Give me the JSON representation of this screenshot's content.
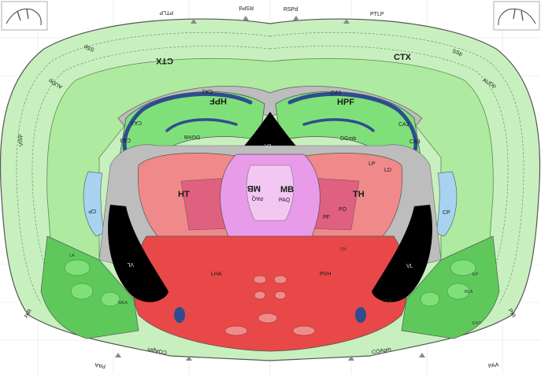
{
  "region_labels": {
    "ctx": "CTX",
    "hpf": "HPF",
    "th": "TH",
    "ht": "HT",
    "mb": "MB",
    "paq": "PAQ",
    "ca1": "CA1",
    "ca2": "CA2",
    "ca3": "CA3",
    "dgmb": "DGmb",
    "cp": "CP",
    "vl": "VL",
    "v3": "V3",
    "ptlp": "PTLP",
    "rsp": "RSPd",
    "ssp": "SSp",
    "audp": "AUDp",
    "visp": "VISp",
    "lha": "LHA",
    "pvh": "PVH",
    "lp": "LP",
    "ld": "LD",
    "po": "PO",
    "pf": "PF",
    "sn": "SN",
    "pir": "PIR",
    "coapm": "COApm",
    "paa": "PAA",
    "bla": "BLA",
    "la": "LA",
    "ep": "EP",
    "cea": "CEA",
    "mea": "MEA",
    "ent": "ENT"
  },
  "colors": {
    "cortex": "#c8f0bf",
    "cortex_inner": "#aeeaa0",
    "hippocampus": "#7fe07a",
    "hippo_cells": "#2e4d8f",
    "fiber": "#bdbdbd",
    "thalamus": "#f08a8a",
    "thalamus_dark": "#e0607f",
    "midbrain": "#e79be8",
    "midbrain_light": "#f2c8f2",
    "hypothalamus": "#e84848",
    "ventricle": "#000000",
    "striatum": "#a7d3f0",
    "amygdala": "#5ec95a",
    "outline": "#555555"
  }
}
